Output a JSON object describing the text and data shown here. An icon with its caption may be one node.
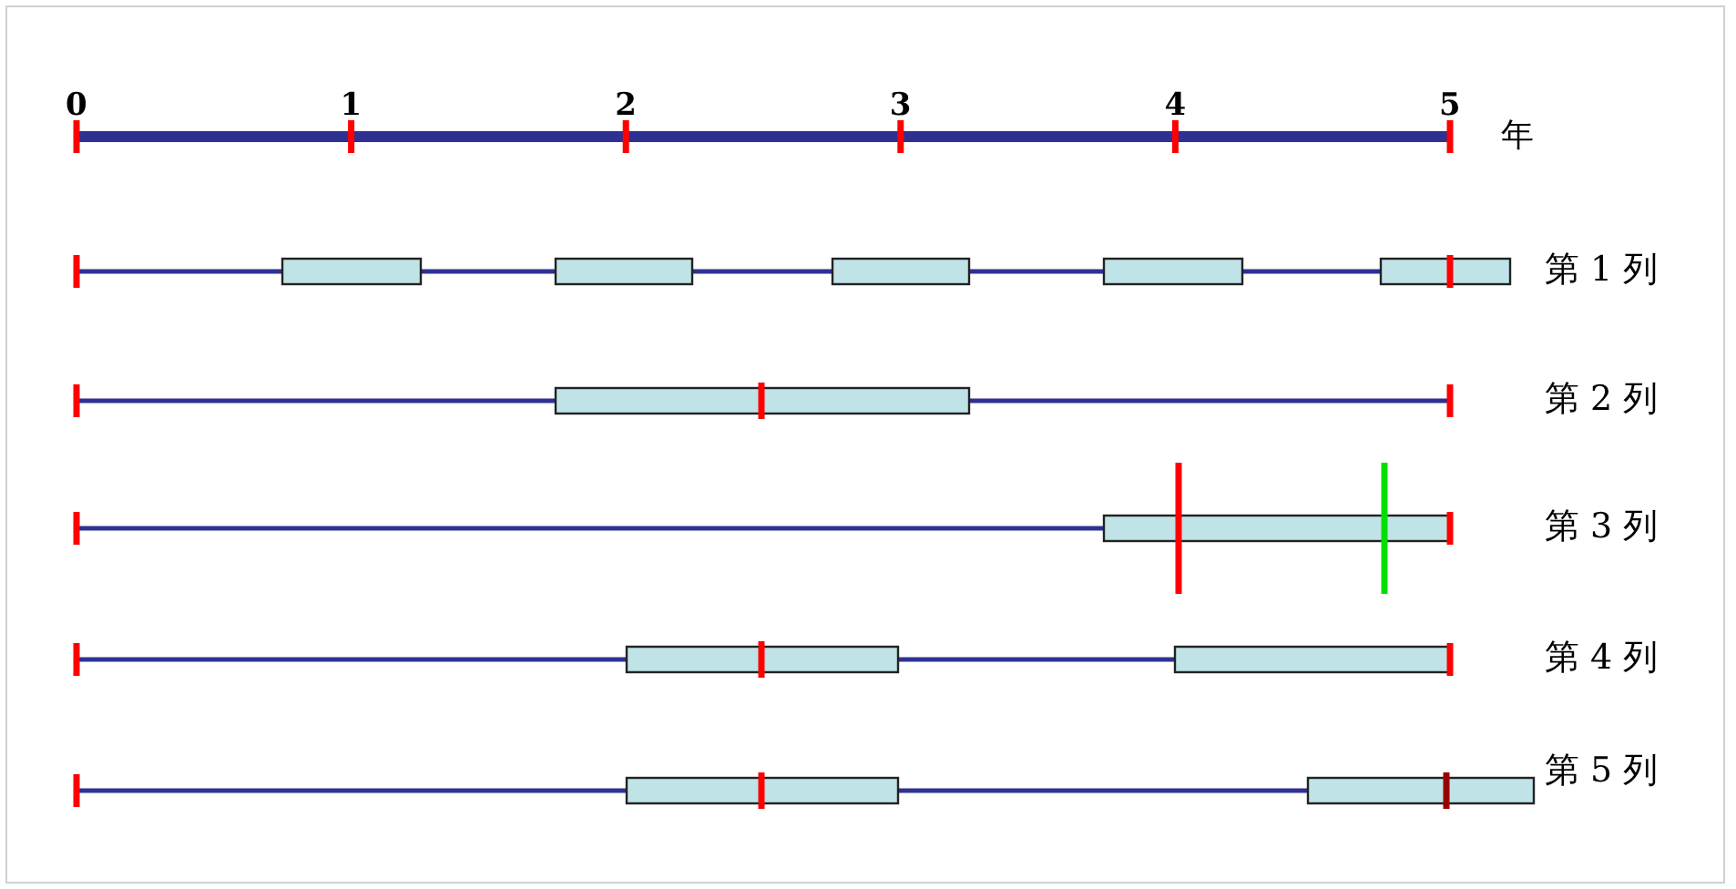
{
  "diagram": {
    "labels": [
      "0",
      "1",
      "2",
      "3",
      "4",
      "5",
      "年",
      "第 1 列",
      "第 2 列",
      "第 3 列",
      "第 4 列",
      "第 5 列"
    ]
  }
}
